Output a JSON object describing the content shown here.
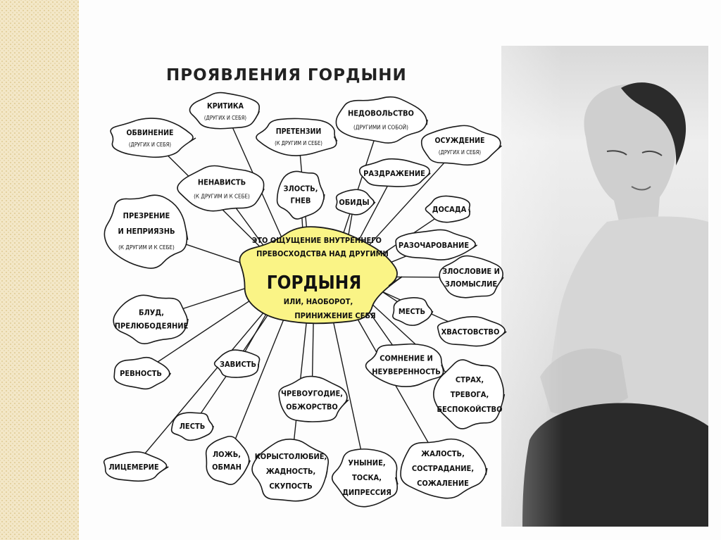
{
  "title": "ПРОЯВЛЕНИЯ ГОРДЫНИ",
  "center": {
    "heading": "ГОРДЫНЯ",
    "above": [
      "ЭТО ОЩУЩЕНИЕ ВНУТРЕННЕГО",
      "ПРЕВОСХОДСТВА НАД ДРУГИМИ"
    ],
    "below": [
      "ИЛИ, НАОБОРОТ,",
      "ПРИНИЖЕНИЕ СЕБЯ"
    ]
  },
  "nodes": [
    {
      "id": "obvinenie",
      "lines": [
        "ОБВИНЕНИЕ",
        "(ДРУГИХ И СЕБЯ)"
      ]
    },
    {
      "id": "kritika",
      "lines": [
        "КРИТИКА",
        "(ДРУГИХ И СЕБЯ)"
      ]
    },
    {
      "id": "pretenzii",
      "lines": [
        "ПРЕТЕНЗИИ",
        "(К ДРУГИМ И СЕБЕ)"
      ]
    },
    {
      "id": "nedovolstvo",
      "lines": [
        "НЕДОВОЛЬСТВО",
        "(ДРУГИМИ И СОБОЙ)"
      ]
    },
    {
      "id": "osuzhdenie",
      "lines": [
        "ОСУЖДЕНИЕ",
        "(ДРУГИХ И СЕБЯ)"
      ]
    },
    {
      "id": "nenavist",
      "lines": [
        "НЕНАВИСТЬ",
        "(К ДРУГИМ И К СЕБЕ)"
      ]
    },
    {
      "id": "zlost",
      "lines": [
        "ЗЛОСТЬ,",
        "ГНЕВ"
      ]
    },
    {
      "id": "obidy",
      "lines": [
        "ОБИДЫ"
      ]
    },
    {
      "id": "razdrazhenie",
      "lines": [
        "РАЗДРАЖЕНИЕ"
      ]
    },
    {
      "id": "dosada",
      "lines": [
        "ДОСАДА"
      ]
    },
    {
      "id": "prezrenie",
      "lines": [
        "ПРЕЗРЕНИЕ",
        "И НЕПРИЯЗНЬ",
        "(К ДРУГИМ И К СЕБЕ)"
      ]
    },
    {
      "id": "razocharovanie",
      "lines": [
        "РАЗОЧАРОВАНИЕ"
      ]
    },
    {
      "id": "zloslovie",
      "lines": [
        "ЗЛОСЛОВИЕ И",
        "ЗЛОМЫСЛИЕ"
      ]
    },
    {
      "id": "blud",
      "lines": [
        "БЛУД,",
        "ПРЕЛЮБОДЕЯНИЕ"
      ]
    },
    {
      "id": "mest",
      "lines": [
        "МЕСТЬ"
      ]
    },
    {
      "id": "hvastovstvo",
      "lines": [
        "ХВАСТОВСТВО"
      ]
    },
    {
      "id": "zavist",
      "lines": [
        "ЗАВИСТЬ"
      ]
    },
    {
      "id": "somnenie",
      "lines": [
        "СОМНЕНИЕ И",
        "НЕУВЕРЕННОСТЬ"
      ]
    },
    {
      "id": "revnost",
      "lines": [
        "РЕВНОСТЬ"
      ]
    },
    {
      "id": "chrevougodie",
      "lines": [
        "ЧРЕВОУГОДИЕ,",
        "ОБЖОРСТВО"
      ]
    },
    {
      "id": "strah",
      "lines": [
        "СТРАХ,",
        "ТРЕВОГА,",
        "БЕСПОКОЙСТВО"
      ]
    },
    {
      "id": "lest",
      "lines": [
        "ЛЕСТЬ"
      ]
    },
    {
      "id": "lozh",
      "lines": [
        "ЛОЖЬ,",
        "ОБМАН"
      ]
    },
    {
      "id": "korystolyubie",
      "lines": [
        "КОРЫСТОЛЮБИЕ,",
        "ЖАДНОСТЬ,",
        "СКУПОСТЬ"
      ]
    },
    {
      "id": "unynie",
      "lines": [
        "УНЫНИЕ,",
        "ТОСКА,",
        "ДИПРЕССИЯ"
      ]
    },
    {
      "id": "zhalost",
      "lines": [
        "ЖАЛОСТЬ,",
        "СОСТРАДАНИЕ,",
        "СОЖАЛЕНИЕ"
      ]
    },
    {
      "id": "licemerie",
      "lines": [
        "ЛИЦЕМЕРИЕ"
      ]
    }
  ],
  "colors": {
    "center_fill": "#faf486",
    "bubble_fill": "#ffffff",
    "stroke": "#1a1a1a"
  }
}
